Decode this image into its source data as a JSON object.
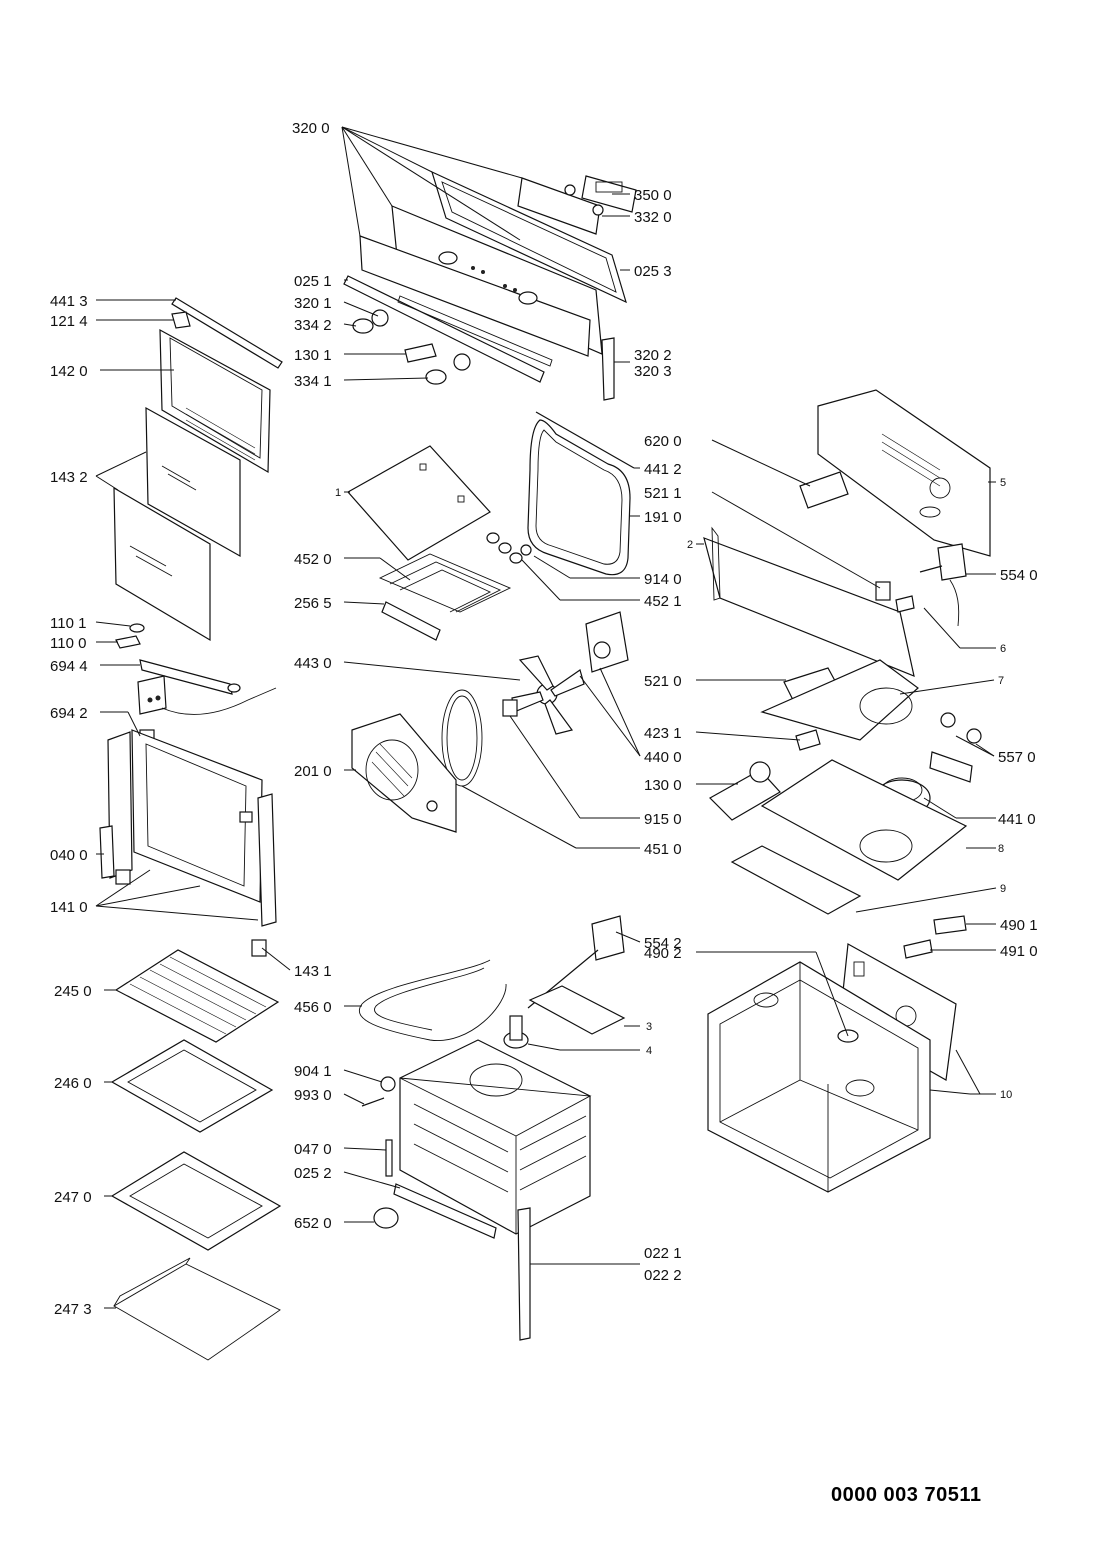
{
  "document_number": "0000 003 70511",
  "labels": {
    "l3200": "320 0",
    "l3500": "350 0",
    "l3320": "332 0",
    "l0251": "025 1",
    "l0253": "025 3",
    "l4413": "441 3",
    "l1214": "121 4",
    "l3201": "320 1",
    "l3342": "334 2",
    "l1301": "130 1",
    "l3341": "334 1",
    "l3202": "320 2",
    "l3203": "320 3",
    "l1420": "142 0",
    "l1432": "143 2",
    "l6200": "620 0",
    "l4412": "441 2",
    "l5211": "521 1",
    "l1910": "191 0",
    "l1": "1",
    "l5": "5",
    "l2": "2",
    "l5540": "554 0",
    "l4520": "452 0",
    "l9140": "914 0",
    "l2565": "256 5",
    "l4521": "452 1",
    "l6": "6",
    "l1101": "110 1",
    "l1100": "110 0",
    "l6944": "694 4",
    "l4430": "443 0",
    "l5210": "521 0",
    "l7": "7",
    "l6942": "694 2",
    "l4231": "423 1",
    "l2010": "201 0",
    "l4400": "440 0",
    "l1300": "130 0",
    "l5570": "557 0",
    "l9150": "915 0",
    "l4410": "441 0",
    "l0400": "040 0",
    "l4510": "451 0",
    "l8": "8",
    "l1410": "141 0",
    "l9": "9",
    "l4901": "490 1",
    "l5542": "554 2",
    "l4910": "491 0",
    "l4902": "490 2",
    "l1431": "143 1",
    "l2450": "245 0",
    "l4560": "456 0",
    "l3": "3",
    "l4": "4",
    "l2460": "246 0",
    "l9041": "904 1",
    "l9930": "993 0",
    "l10": "10",
    "l0470": "047 0",
    "l0252": "025 2",
    "l2470": "247 0",
    "l6520": "652 0",
    "l0221": "022 1",
    "l0222": "022 2",
    "l2473": "247 3"
  }
}
